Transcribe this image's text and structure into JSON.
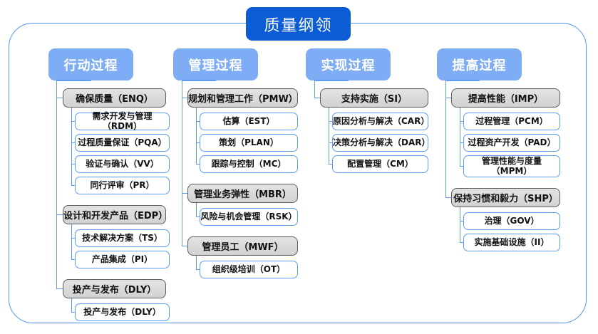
{
  "diagram": {
    "title": "质量纲领",
    "columns": [
      {
        "header": "行动过程",
        "groups": [
          {
            "label": "确保质量（ENQ）",
            "children": [
              "需求开发与管理（RDM）",
              "过程质量保证（PQA）",
              "验证与确认（VV）",
              "同行评审（PR）"
            ]
          },
          {
            "label": "设计和开发产品（EDP）",
            "children": [
              "技术解决方案（TS）",
              "产品集成（PI）"
            ]
          },
          {
            "label": "投产与发布（DLY）",
            "children": [
              "投产与发布（DLY）"
            ]
          }
        ]
      },
      {
        "header": "管理过程",
        "groups": [
          {
            "label": "规划和管理工作（PMW）",
            "children": [
              "估算（EST）",
              "策划（PLAN）",
              "跟踪与控制（MC）"
            ]
          },
          {
            "label": "管理业务弹性（MBR）",
            "children": [
              "风险与机会管理（RSK）"
            ]
          },
          {
            "label": "管理员工（MWF）",
            "children": [
              "组织级培训（OT）"
            ]
          }
        ]
      },
      {
        "header": "实现过程",
        "groups": [
          {
            "label": "支持实施（SI）",
            "children": [
              "原因分析与解决（CAR）",
              "决策分析与解决（DAR）",
              "配置管理（CM）"
            ]
          }
        ]
      },
      {
        "header": "提高过程",
        "groups": [
          {
            "label": "提高性能（IMP）",
            "children": [
              "过程管理（PCM）",
              "过程资产开发（PAD）",
              "管理性能与度量\n（MPM）"
            ]
          },
          {
            "label": "保持习惯和毅力（SHP）",
            "children": [
              "治理（GOV）",
              "实施基础设施（II）"
            ]
          }
        ]
      }
    ],
    "colors": {
      "root_fill": "#0b5cd5",
      "header_fill": "#7fadf5",
      "group_fill": "#d8d8d8",
      "group_border": "#5c5c5c",
      "leaf_border": "#5d9cf5",
      "frame_border": "#4d94f0"
    }
  }
}
